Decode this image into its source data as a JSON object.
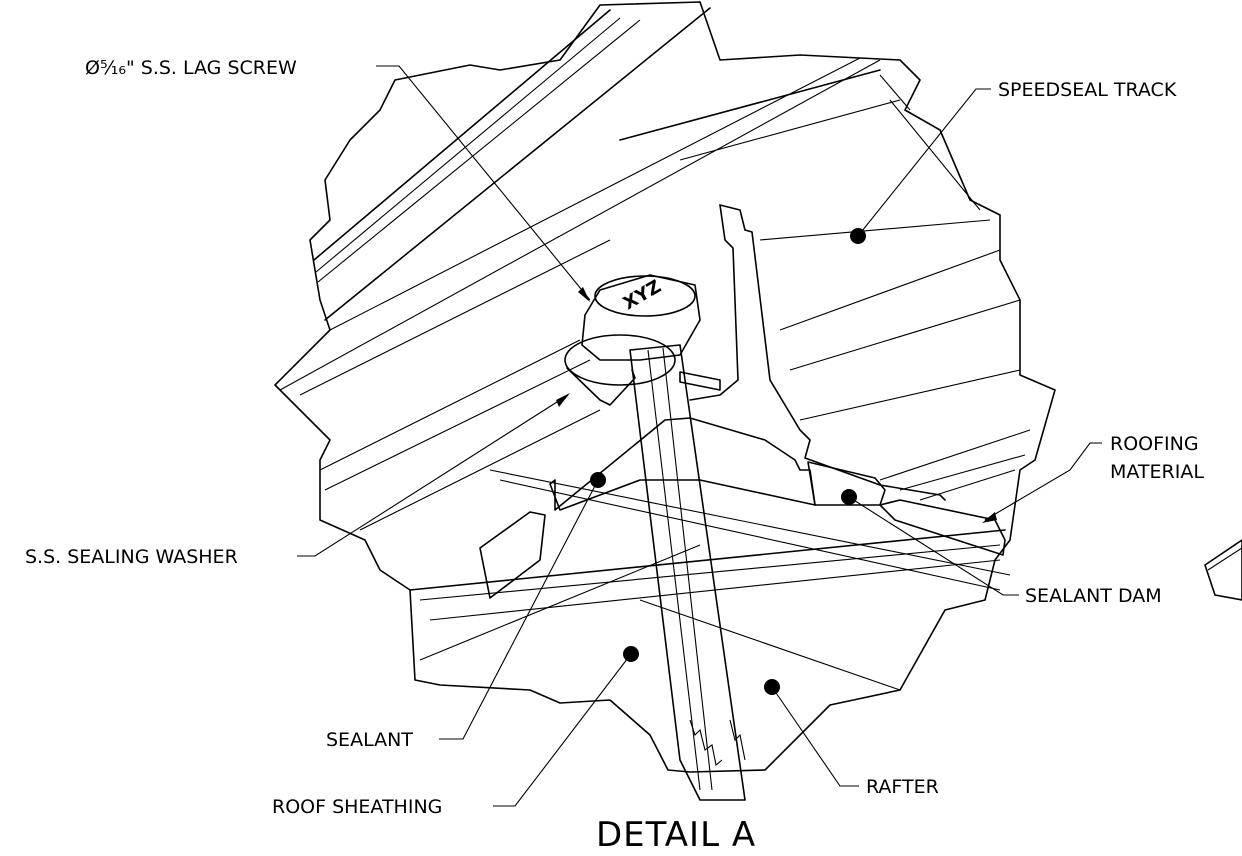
{
  "title": "DETAIL A",
  "callouts": {
    "lag_screw": "Ø⁵⁄₁₆\" S.S. LAG SCREW",
    "speedseal_track": "SPEEDSEAL TRACK",
    "roofing_material_line1": "ROOFING",
    "roofing_material_line2": "MATERIAL",
    "sealing_washer": "S.S. SEALING WASHER",
    "sealant_dam": "SEALANT DAM",
    "sealant": "SEALANT",
    "roof_sheathing": "ROOF SHEATHING",
    "rafter": "RAFTER"
  },
  "bolt_head_marking": "XYZ",
  "colors": {
    "sealant_fill": "#c8c8c8",
    "line": "#000000",
    "background": "#ffffff"
  }
}
